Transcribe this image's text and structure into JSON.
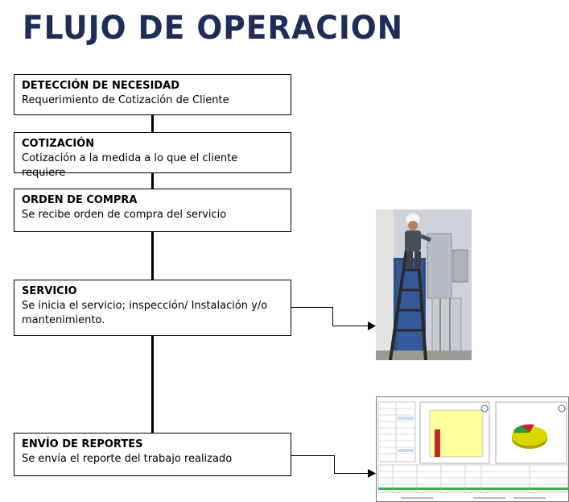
{
  "title": "FLUJO DE OPERACION",
  "steps": [
    {
      "heading": "DETECCIÓN DE NECESIDAD",
      "description": "Requerimiento de Cotización de Cliente"
    },
    {
      "heading": "COTIZACIÓN",
      "description": "Cotización a la medida a lo que el cliente requiere"
    },
    {
      "heading": "ORDEN DE COMPRA",
      "description": "Se recibe orden de compra del servicio"
    },
    {
      "heading": "SERVICIO",
      "description": "Se inicia el servicio; inspección/ Instalación y/o mantenimiento."
    },
    {
      "heading": "ENVÍO DE REPORTES",
      "description": "Se envía el reporte del trabajo realizado"
    }
  ],
  "images": {
    "service_photo": "technician-on-ladder-servicing-equipment",
    "report_thumbnail": "inspection-report-spreadsheet-with-charts"
  },
  "colors": {
    "title": "#1f2e58",
    "line": "#000000"
  }
}
